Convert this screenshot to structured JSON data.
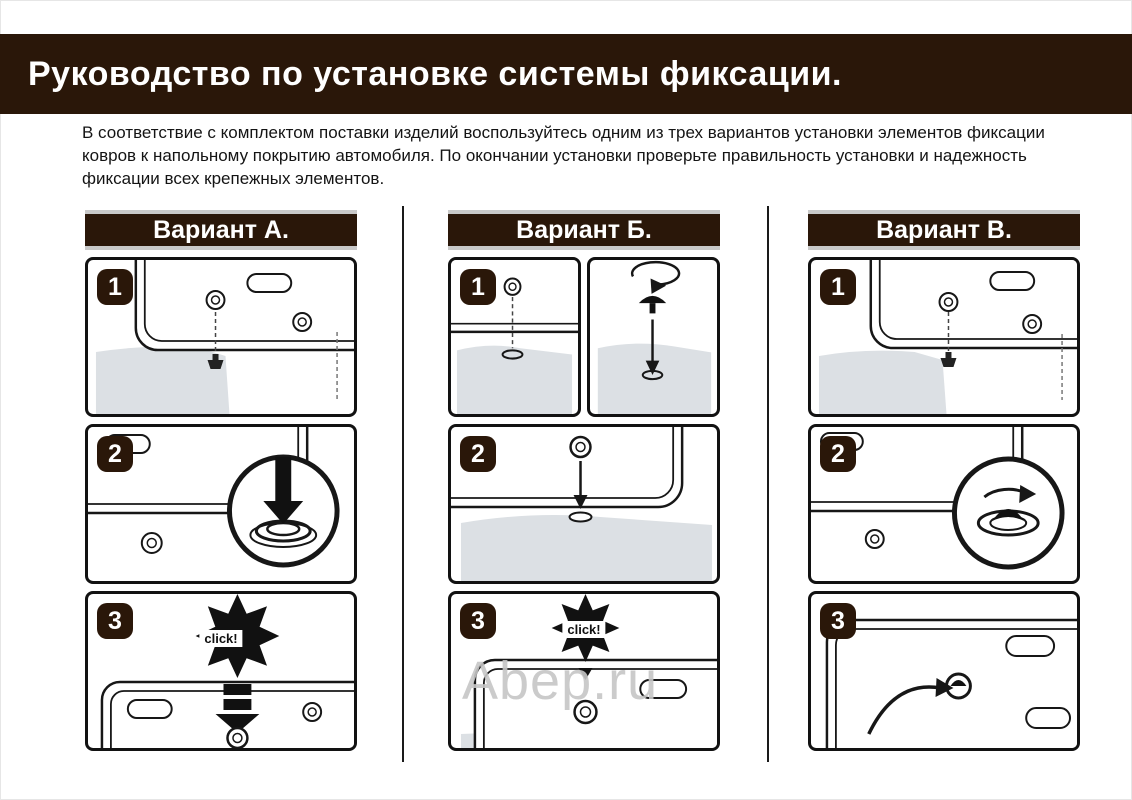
{
  "header": {
    "title": "Руководство по установке системы фиксации."
  },
  "intro": {
    "text": "В соответствие с комплектом поставки изделий воспользуйтесь одним из трех вариантов установки элементов фиксации ковров к напольному покрытию автомобиля. По окончании установки проверьте правильность установки и надежность фиксации всех крепежных элементов."
  },
  "variants": [
    {
      "label": "Вариант А.",
      "steps": [
        {
          "num": "1"
        },
        {
          "num": "2"
        },
        {
          "num": "3"
        }
      ],
      "click": "click!"
    },
    {
      "label": "Вариант Б.",
      "steps": [
        {
          "num": "1"
        },
        {
          "num": "2"
        },
        {
          "num": "3"
        }
      ],
      "click": "click!"
    },
    {
      "label": "Вариант В.",
      "steps": [
        {
          "num": "1"
        },
        {
          "num": "2"
        },
        {
          "num": "3"
        }
      ]
    }
  ],
  "watermark": {
    "text": "Abep.ru"
  },
  "colors": {
    "header_bg": "#2a1709",
    "badge_bg": "#2a1709",
    "panel_border": "#121212",
    "carpet_fill": "#dce0e4",
    "watermark": "#c6c6c6"
  }
}
